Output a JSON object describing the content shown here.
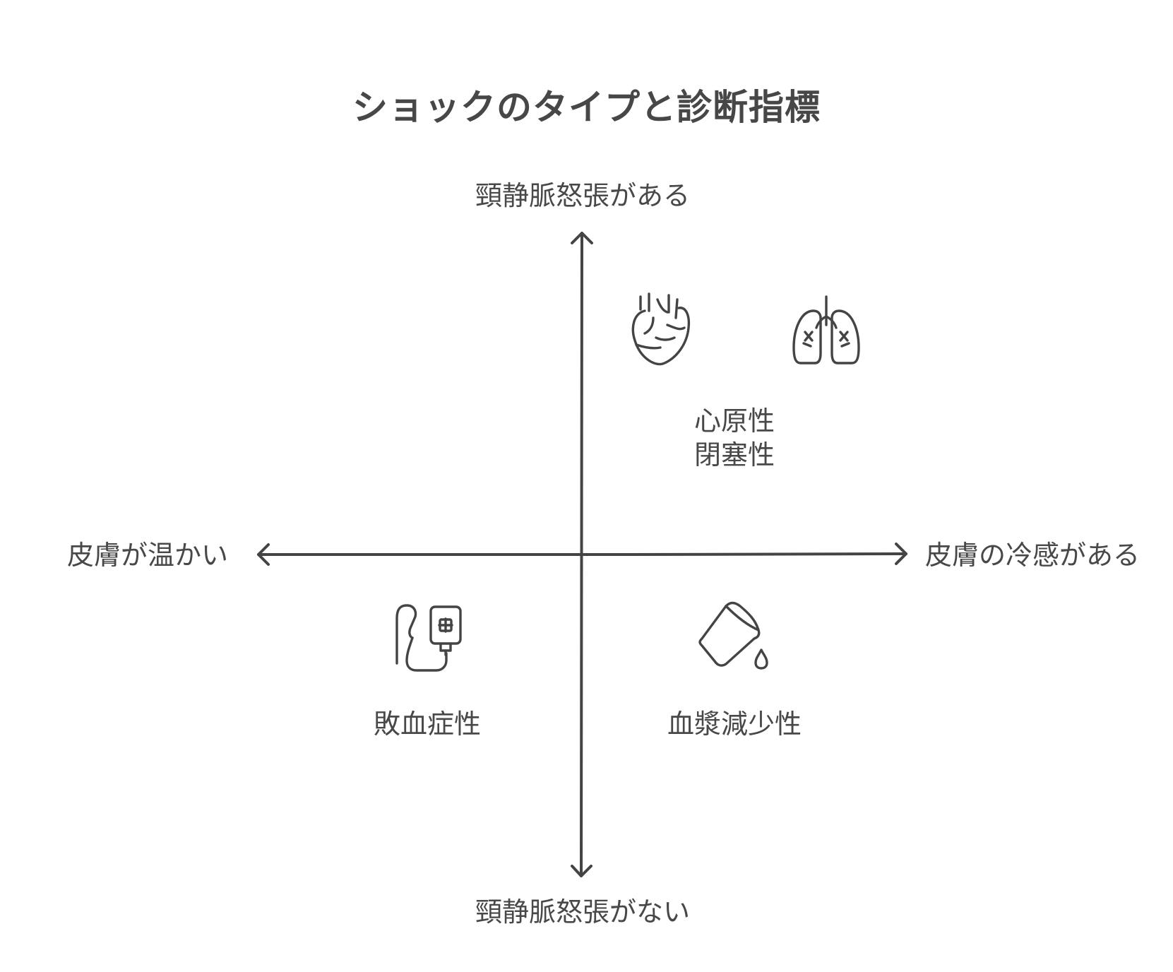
{
  "title": "ショックのタイプと診断指標",
  "axes": {
    "top": "頸静脈怒張がある",
    "bottom": "頸静脈怒張がない",
    "left": "皮膚が温かい",
    "right": "皮膚の冷感がある"
  },
  "quadrants": {
    "top_right": {
      "line1": "心原性",
      "line2": "閉塞性",
      "icons": [
        "heart-icon",
        "lungs-icon"
      ]
    },
    "bottom_left": {
      "label": "敗血症性",
      "icons": [
        "iv-drip-icon"
      ]
    },
    "bottom_right": {
      "label": "血漿減少性",
      "icons": [
        "spilled-cup-icon"
      ]
    }
  },
  "colors": {
    "stroke": "#444444",
    "background": "#ffffff"
  }
}
